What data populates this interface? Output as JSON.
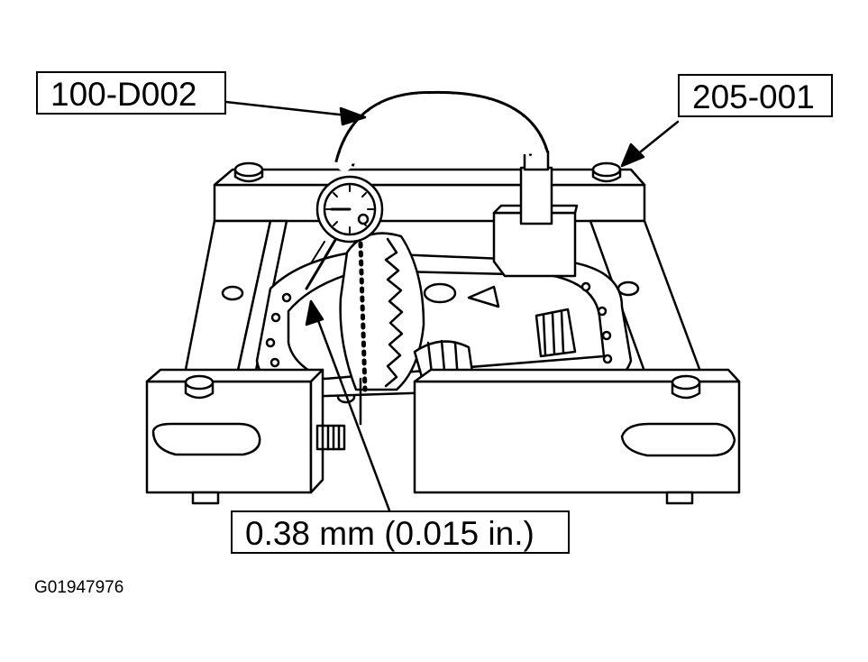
{
  "callouts": {
    "dial_indicator_tool": "100-D002",
    "holding_fixture_tool": "205-001",
    "runout_spec": "0.38 mm (0.015 in.)"
  },
  "figure_id": "G01947976",
  "colors": {
    "line": "#000000",
    "background": "#ffffff"
  }
}
